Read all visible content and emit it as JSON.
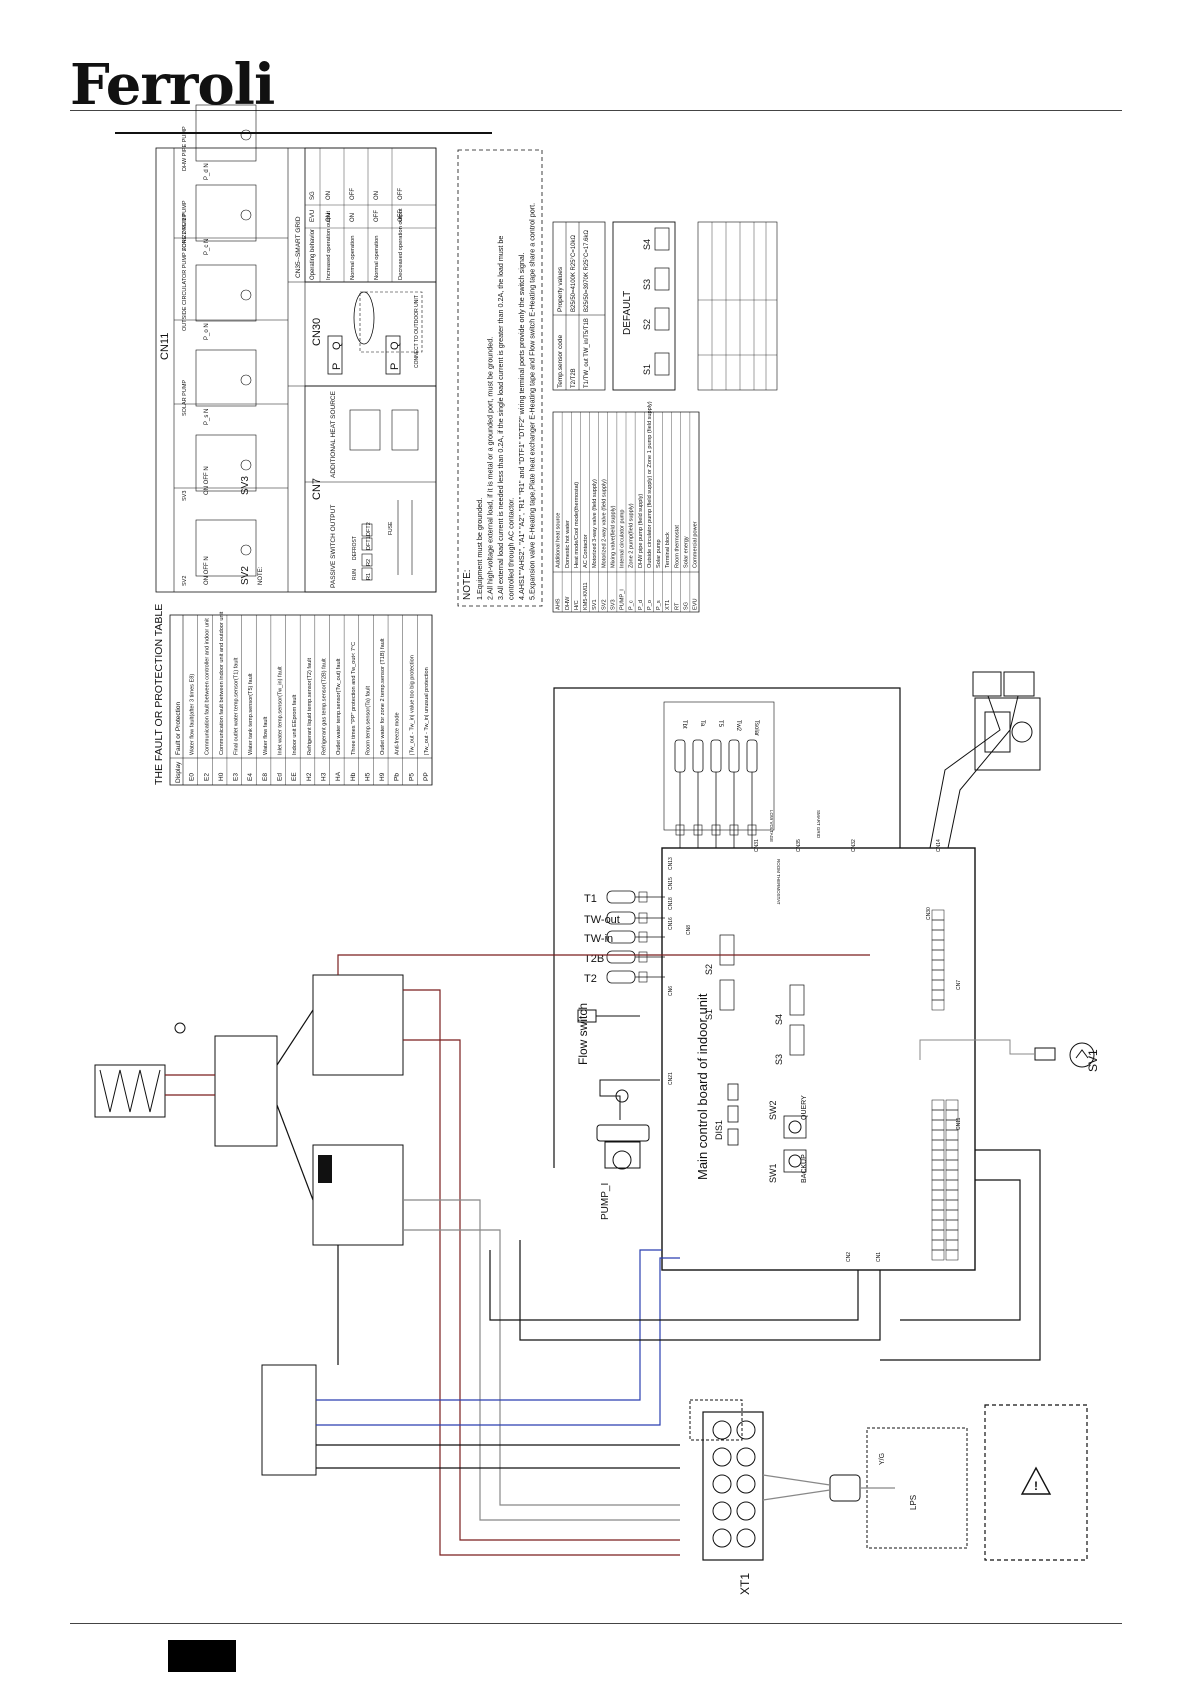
{
  "brand": {
    "logo_text": "Ferroli"
  },
  "fault_table": {
    "title": "THE FAULT OR PROTECTION TABLE",
    "header": [
      "Display",
      "Fault or Protection"
    ],
    "rows": [
      [
        "E0",
        "Water flow fault(after 3 times E8)"
      ],
      [
        "E2",
        "Communication fault between controller and indoor unit"
      ],
      [
        "H0",
        "Communication fault between indoor unit and outdoor unit"
      ],
      [
        "E3",
        "Final outlet water temp.sensor(T1) fault"
      ],
      [
        "E4",
        "Water tank temp.sensor(T5) fault"
      ],
      [
        "E8",
        "Water flow fault"
      ],
      [
        "Ed",
        "Inlet water temp.sensor(Tw_in) fault"
      ],
      [
        "EE",
        "Indoor unit EEprom fault"
      ],
      [
        "H2",
        "Refrigerant liquid temp.sensor(T2) fault"
      ],
      [
        "H3",
        "Refrigerant gas temp.sensor(T2B) fault"
      ],
      [
        "HA",
        "Outlet water temp.sensor(Tw_out) fault"
      ],
      [
        "Hb",
        "Three times \"PP\" protection and Tw_out< 7°C"
      ],
      [
        "H5",
        "Room temp.sensor(Ta) fault"
      ],
      [
        "H9",
        "Outlet water for zone 2 temp.sensor (T1B) fault"
      ],
      [
        "Pb",
        "Anti-freeze mode"
      ],
      [
        "P5",
        "|Tw_out - Tw_in| value too big protection"
      ],
      [
        "PP",
        "|Tw_out - Tw_in| unusual protection"
      ]
    ]
  },
  "cn11": {
    "title": "CN11",
    "sections": [
      "SV2",
      "SV3",
      "SOLAR PUMP",
      "OUTSIDE CIRCULATOR PUMP FOR ZONE 1 PUMP",
      "ZONE 2 PUMP",
      "DHW PIPE PUMP"
    ],
    "terminals": [
      "P_s",
      "N",
      "P_o",
      "N",
      "P_c",
      "N",
      "P_d",
      "N"
    ],
    "sv_labels": [
      "ON",
      "OFF",
      "N"
    ],
    "note_label": "NOTE:"
  },
  "cn7": {
    "title": "CN7",
    "passive_label": "PASSIVE SWITCH OUTPUT",
    "additional_label": "ADDITIONAL HEAT SOURCE",
    "run_label": "RUN",
    "defrost_label": "DEFROST",
    "fuse_label": "FUSE",
    "terminals": [
      "R1",
      "R2",
      "DFT1",
      "DFT2"
    ]
  },
  "cn30": {
    "title": "CN30",
    "terminals": [
      "P",
      "Q"
    ],
    "connect_label": "CONNECT TO OUTDOOR UNIT"
  },
  "cn35": {
    "title": "CN35--SMART GRID",
    "header": [
      "Operating behavior",
      "EVU",
      "SG"
    ],
    "rows": [
      [
        "Increased operation output",
        "ON",
        "ON"
      ],
      [
        "Normal operation",
        "ON",
        "OFF"
      ],
      [
        "Normal operation",
        "OFF",
        "ON"
      ],
      [
        "Decreased operation output",
        "OFF",
        "OFF"
      ]
    ]
  },
  "note": {
    "title": "NOTE:",
    "lines": [
      "1.Equipment must be grounded.",
      "2.All high-voltage external load, if it is metal or a grounded port, must be grounded.",
      "3.All external load current is needed less than 0.2A, if the single load current is greater than 0.2A, the load must be",
      "controlled through AC contactor.",
      "4.AHS1\"\"AHS2\", \"A1\" \"A2\", \"R1\" \"R1\" and \"DTF1\" \"DTF2\" wiring terminal ports provide only the switch signal.",
      "5.Expansion valve E-Heating tape,Plate heat exchanger E-Heating tape and Flow switch E-Heating tape share a control port."
    ]
  },
  "sensor_table": {
    "header": [
      "Temp.sensor code",
      "Property values"
    ],
    "rows": [
      [
        "T2/T2B",
        "B25/50=4100K  R25°C=10kΩ"
      ],
      [
        "T1/TW_out TW_in/T5/T1B",
        "B25/50=3970K  R25°C=17.6kΩ"
      ]
    ]
  },
  "default_box": {
    "title": "DEFAULT",
    "switches": [
      "S1",
      "S2",
      "S3",
      "S4"
    ]
  },
  "legend": {
    "rows": [
      [
        "AHS",
        "Additional heat source"
      ],
      [
        "DHW",
        "Domestic hot water"
      ],
      [
        "H/C",
        "Heat mode/Cool mode(thermostat)"
      ],
      [
        "KM5-KM11",
        "AC Contactor"
      ],
      [
        "SV1",
        "Motorized 3-way valve (field supply)"
      ],
      [
        "SV2",
        "Motorized 2-way valve (field supply)"
      ],
      [
        "SV3",
        "Mixing valve(field supply)"
      ],
      [
        "PUMP_I",
        "Internal circulator pump"
      ],
      [
        "P_c",
        "Zone 2 pump(field supply)"
      ],
      [
        "P_d",
        "DHW pipe pump (field supply)"
      ],
      [
        "P_o",
        "Outside circulator pump (field supply) or Zone 1 pump (field supply)"
      ],
      [
        "P_s",
        "Solar pump"
      ],
      [
        "XT1",
        "Terminal block"
      ],
      [
        "RT",
        "Room thermostat"
      ],
      [
        "SG",
        "Solar energy"
      ],
      [
        "EVU",
        "Commercial power"
      ]
    ]
  },
  "board": {
    "title": "Main control board of indoor unit",
    "sensors": [
      "T1",
      "TW-out",
      "TW-in",
      "T2B",
      "T2"
    ],
    "top_sensors": [
      "Tbt",
      "Ta",
      "T5",
      "Tw2",
      "Tsolar"
    ],
    "flow_switch": "Flow switch",
    "pump_label": "PUMP_I",
    "sv1_label": "SV1",
    "xt1_label": "XT1",
    "lps_label": "LPS",
    "yg_label": "Y/G",
    "dis_label": "DIS1",
    "sw1_label": "SW1",
    "sw2_label": "SW2",
    "backup_label": "BACKUP",
    "query_label": "QUERY",
    "switches": [
      "S1",
      "S2",
      "S3",
      "S4"
    ],
    "connectors": [
      "CN6",
      "CN21",
      "CN8",
      "CN13",
      "CN15",
      "CN18",
      "CN16",
      "CN31",
      "CN35",
      "CN32",
      "CN14",
      "CN30",
      "CN7",
      "CN11",
      "CN2",
      "CN1"
    ],
    "label_thermostat": "ROOM THERMOSTAT",
    "label_smartgrid": "SMART GRID",
    "label_lowvoltage": "LOW VOLTAGE"
  }
}
